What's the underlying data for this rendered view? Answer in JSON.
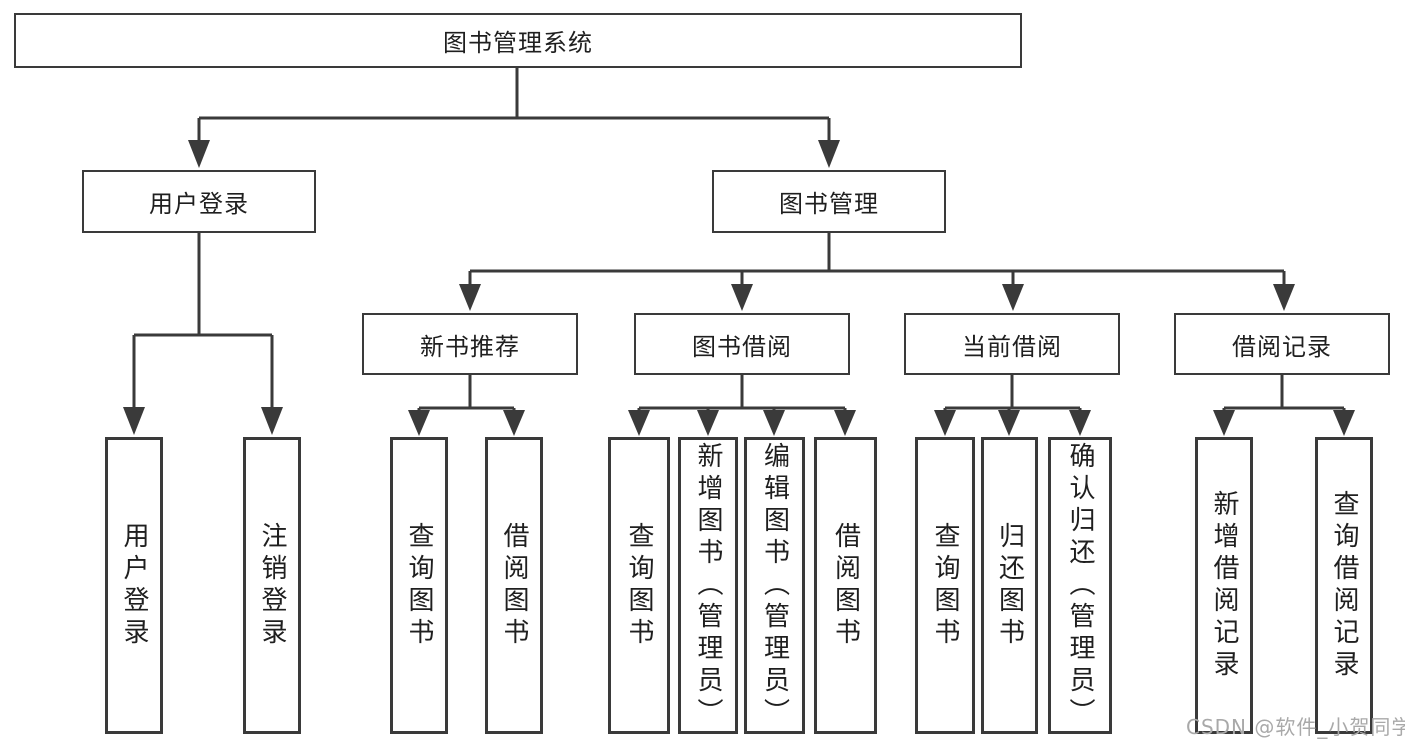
{
  "tree": {
    "label": "图书管理系统",
    "children": [
      {
        "label": "用户登录",
        "children": [
          {
            "label": "用户登录"
          },
          {
            "label": "注销登录"
          }
        ]
      },
      {
        "label": "图书管理",
        "children": [
          {
            "label": "新书推荐",
            "children": [
              {
                "label": "查询图书"
              },
              {
                "label": "借阅图书"
              }
            ]
          },
          {
            "label": "图书借阅",
            "children": [
              {
                "label": "查询图书"
              },
              {
                "label": "新增图书（管理员）"
              },
              {
                "label": "编辑图书（管理员）"
              },
              {
                "label": "借阅图书"
              }
            ]
          },
          {
            "label": "当前借阅",
            "children": [
              {
                "label": "查询图书"
              },
              {
                "label": "归还图书"
              },
              {
                "label": "确认归还（管理员）"
              }
            ]
          },
          {
            "label": "借阅记录",
            "children": [
              {
                "label": "新增借阅记录"
              },
              {
                "label": "查询借阅记录"
              }
            ]
          }
        ]
      }
    ]
  },
  "watermark": {
    "text": "CSDN @软件_小贺同学"
  },
  "colors": {
    "line": "#3a3a3a",
    "text": "#1f1f1f",
    "background": "#ffffff",
    "watermark": "#a9a9a9"
  }
}
